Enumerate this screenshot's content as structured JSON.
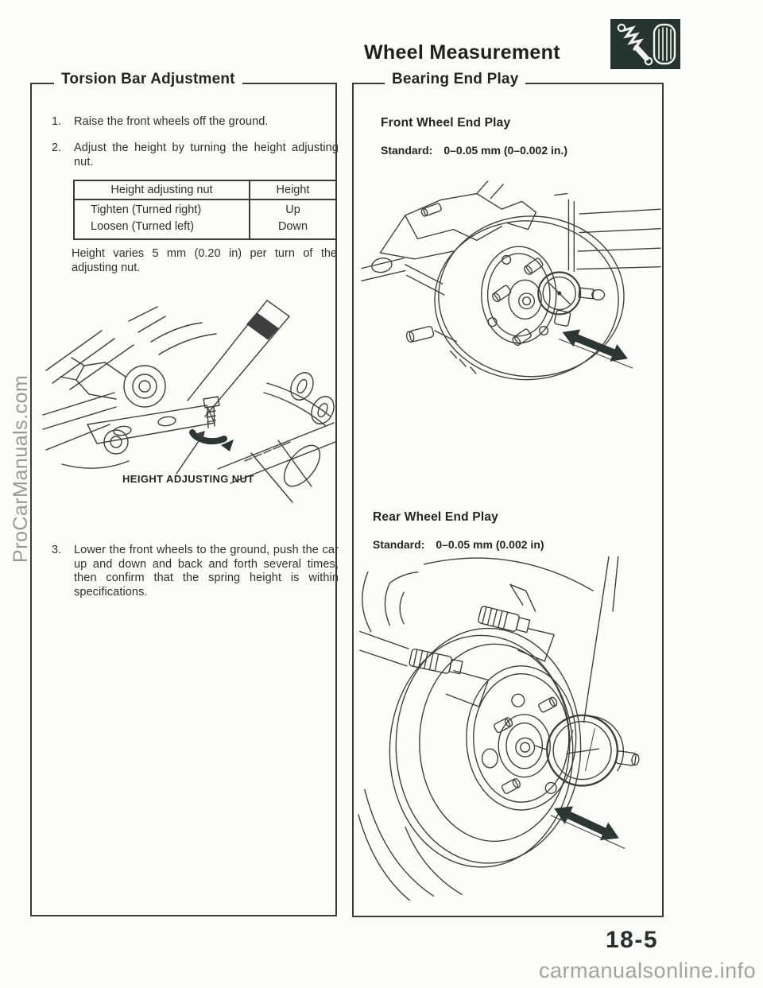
{
  "page": {
    "header_title": "Wheel Measurement",
    "page_number": "18-5",
    "site_watermark": "carmanualsonline.info",
    "side_watermark": "ProCarManuals.com",
    "header_icon": "shock-absorber-and-tire-icon"
  },
  "colors": {
    "ink": "#2e2e2e",
    "box_border": "#3b3b3b",
    "icon_bg": "#263430",
    "arrow_fill": "#2c3733",
    "watermark_gray": "#8e8e8e",
    "footer_gray": "#a3a3a3"
  },
  "torsion_panel": {
    "title": "Torsion Bar Adjustment",
    "step1_num": "1.",
    "step1_text": "Raise the front wheels off the ground.",
    "step2_num": "2.",
    "step2_text": "Adjust the height by turning the height adjusting nut.",
    "table": {
      "col1_header": "Height adjusting nut",
      "col2_header": "Height",
      "row1_action": "Tighten (Turned right)",
      "row2_action": "Loosen (Turned left)",
      "row1_height": "Up",
      "row2_height": "Down"
    },
    "note": "Height varies 5 mm (0.20 in) per turn of the adjusting nut.",
    "figure_label": "HEIGHT ADJUSTING NUT",
    "step3_num": "3.",
    "step3_text": "Lower the front wheels to the ground, push the car up and down and back and forth several times, then confirm that the spring height is within specifications."
  },
  "bearing_panel": {
    "title": "Bearing End Play",
    "front_heading": "Front Wheel End Play",
    "front_standard_label": "Standard:",
    "front_standard_value": "0–0.05 mm (0–0.002 in.)",
    "rear_heading": "Rear Wheel End Play",
    "rear_standard_label": "Standard:",
    "rear_standard_value": "0–0.05 mm (0.002 in)"
  }
}
